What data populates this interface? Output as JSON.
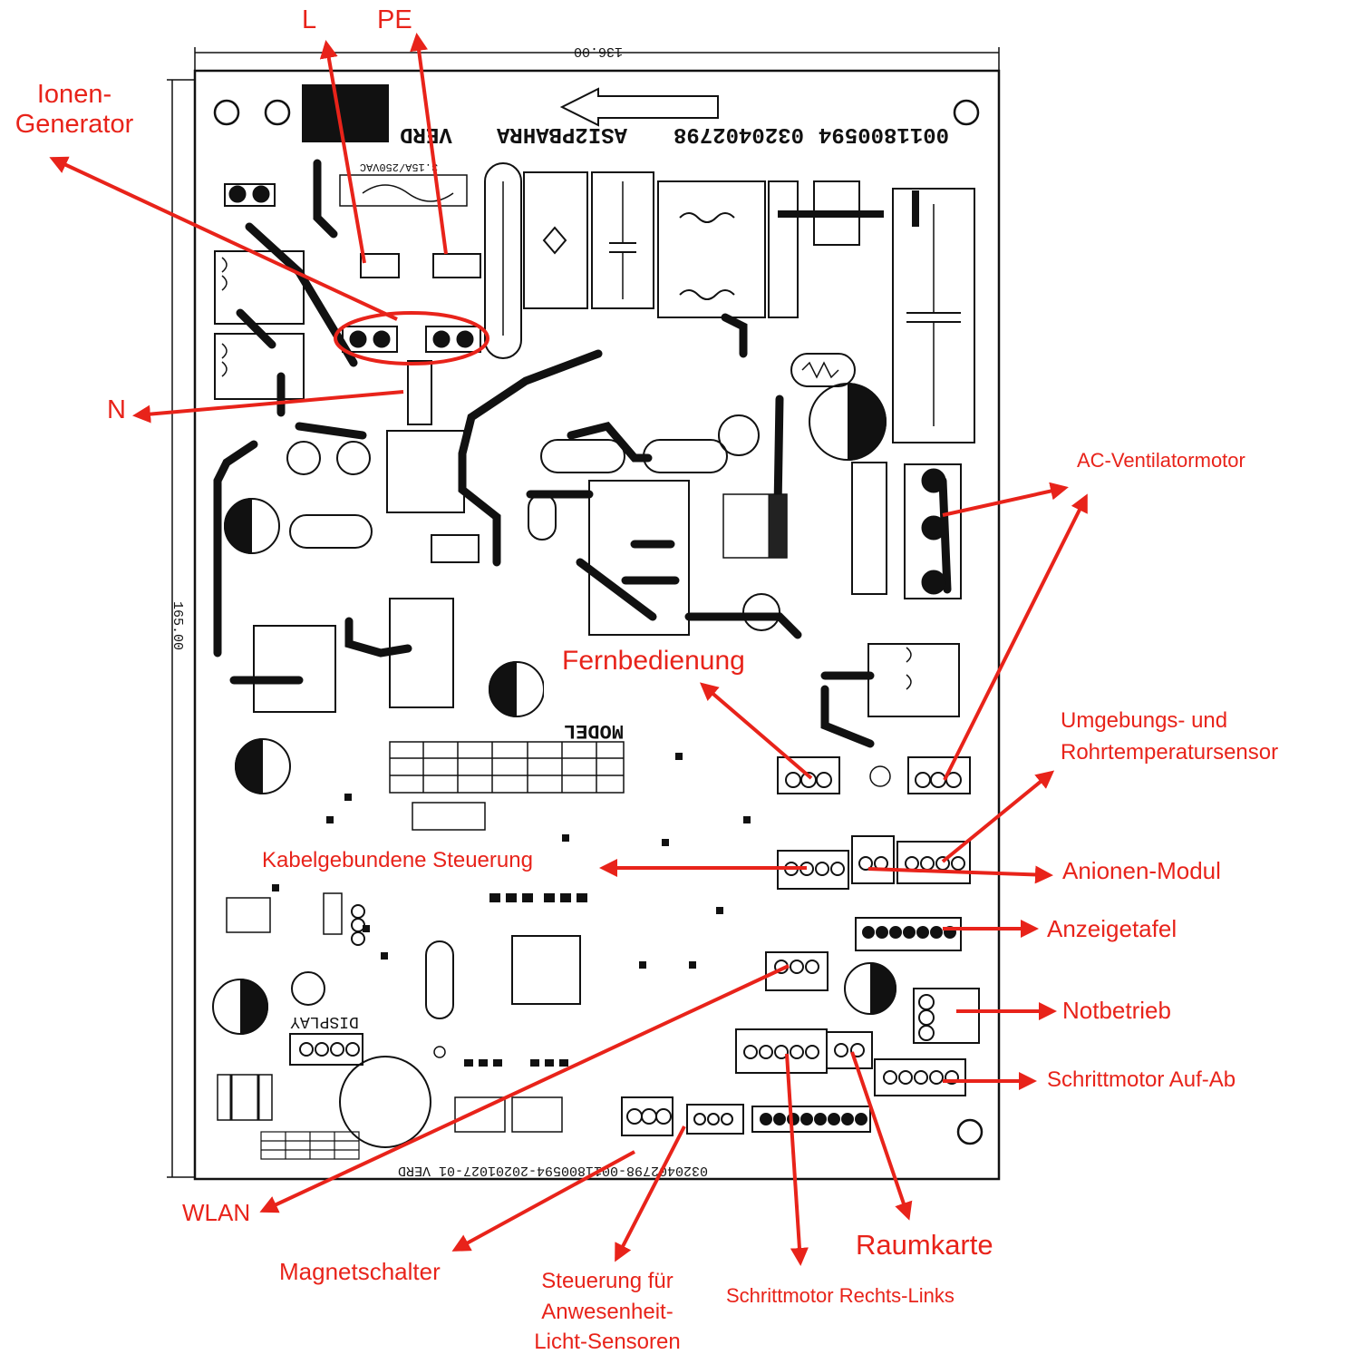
{
  "colors": {
    "annotation": "#e8231a",
    "board": "#111111",
    "background": "#ffffff"
  },
  "board": {
    "width_dim": "136.00",
    "height_dim": "165.00",
    "part_no": "0011800594",
    "code": "0320402798",
    "model": "ASI2PBAHRA",
    "brand": "VERD",
    "fuse": "3.15A/250VAC",
    "model_table_title": "MODEL",
    "footer_code": "0320402798-0011800594-20201027-01 VERD",
    "display_label": "DISPLAY"
  },
  "labels": {
    "l": "L",
    "pe": "PE",
    "ion_generator": "Ionen-\nGenerator",
    "n": "N",
    "ac_fan_motor": "AC-Ventilatormotor",
    "remote_control": "Fernbedienung",
    "ambient_pipe_sensor": "Umgebungs- und\nRohrtemperatursensor",
    "wired_control": "Kabelgebundene Steuerung",
    "anion_module": "Anionen-Modul",
    "display_panel": "Anzeigetafel",
    "emergency_mode": "Notbetrieb",
    "stepper_up_down": "Schrittmotor Auf-Ab",
    "wlan": "WLAN",
    "room_card": "Raumkarte",
    "magnetic_switch": "Magnetschalter",
    "presence_light_sensor_control": "Steuerung für\nAnwesenheit-\nLicht-Sensoren",
    "stepper_left_right": "Schrittmotor Rechts-Links"
  }
}
